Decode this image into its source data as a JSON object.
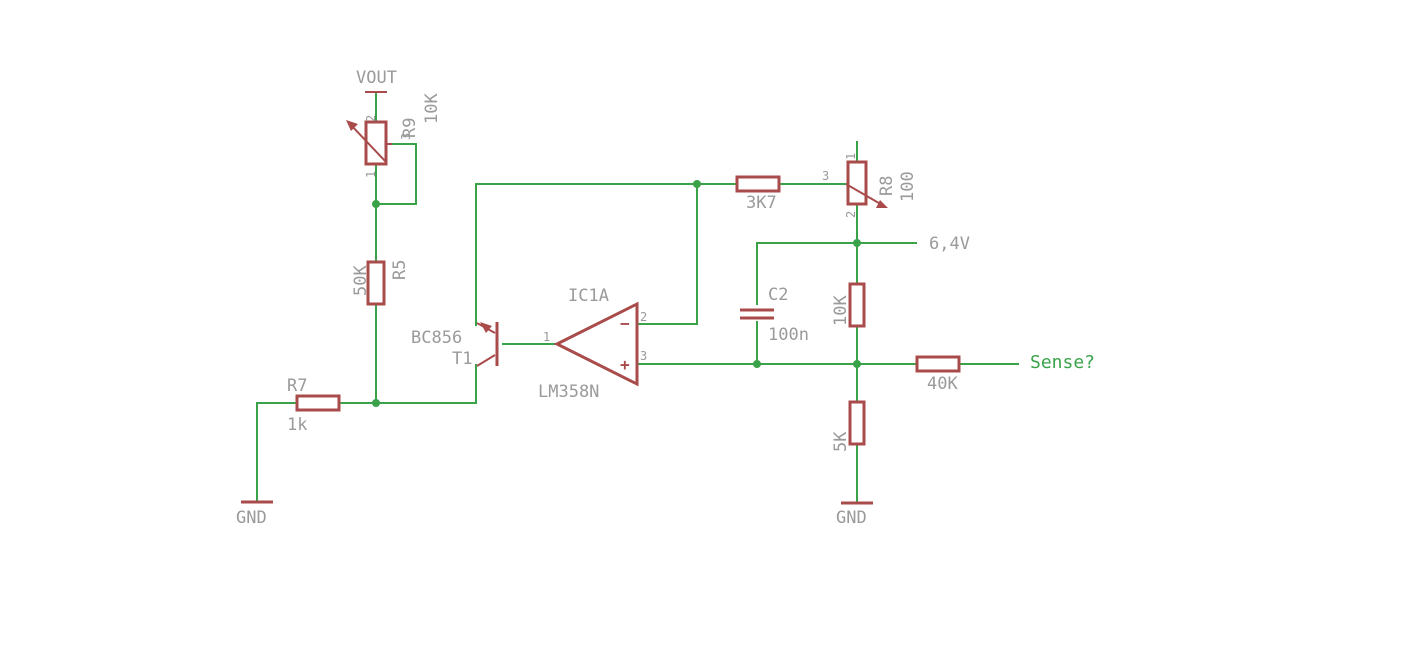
{
  "labels": {
    "vout": "VOUT",
    "gnd_left": "GND",
    "gnd_right": "GND",
    "r9_name": "R9",
    "r9_value": "10K",
    "r5_name": "R5",
    "r5_value": "50K",
    "r7_name": "R7",
    "r7_value": "1k",
    "t1_part": "BC856",
    "t1_name": "T1",
    "ic_name": "IC1A",
    "ic_part": "LM358N",
    "r_3k7": "3K7",
    "r8_name": "R8",
    "r8_value": "100",
    "c2_name": "C2",
    "c2_value": "100n",
    "r_10k": "10K",
    "r_5k": "5K",
    "r_40k": "40K",
    "net_64v": "6,4V",
    "net_sense": "Sense?"
  },
  "pins": {
    "r9_p2": "2",
    "r9_p1": "1",
    "r9_p3": "3",
    "r8_p1": "1",
    "r8_p2": "2",
    "r8_p3": "3",
    "ic_p1": "1",
    "ic_p2": "2",
    "ic_p3": "3",
    "ic_minus": "−",
    "ic_plus": "+"
  },
  "colors": {
    "wire": "#3aa34a",
    "component": "#a94b4b",
    "label": "#9a9a9a"
  }
}
